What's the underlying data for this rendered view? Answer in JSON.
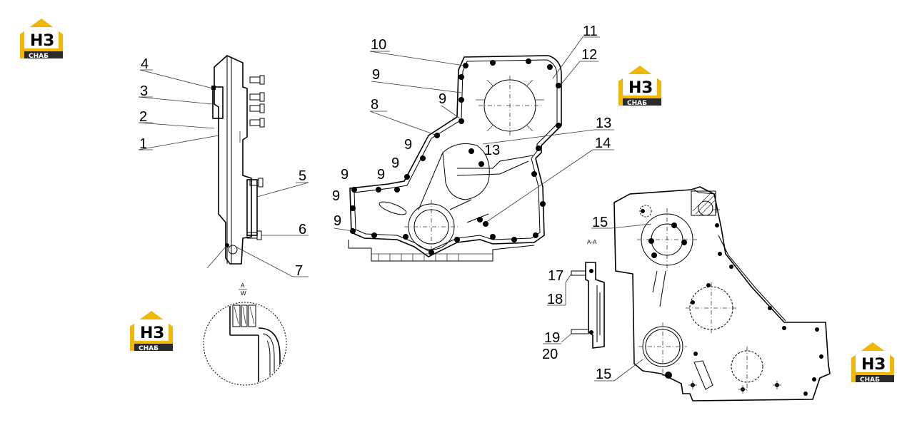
{
  "logo": {
    "big": "НЗ",
    "small": "СНАБ",
    "color": "#f2b705",
    "dark": "#2a2a2a"
  },
  "callouts": {
    "c1": "1",
    "c2": "2",
    "c3": "3",
    "c4": "4",
    "c5": "5",
    "c6": "6",
    "c7": "7",
    "c8": "8",
    "c10": "10",
    "c11": "11",
    "c12": "12",
    "c13a": "13",
    "c13b": "13",
    "c14": "14",
    "c15a": "15",
    "c15b": "15",
    "c17": "17",
    "c18": "18",
    "c19": "19",
    "c20": "20",
    "c9": "9"
  },
  "section_mark": {
    "top": "A",
    "bottom": "W"
  },
  "section_label": "A-A"
}
